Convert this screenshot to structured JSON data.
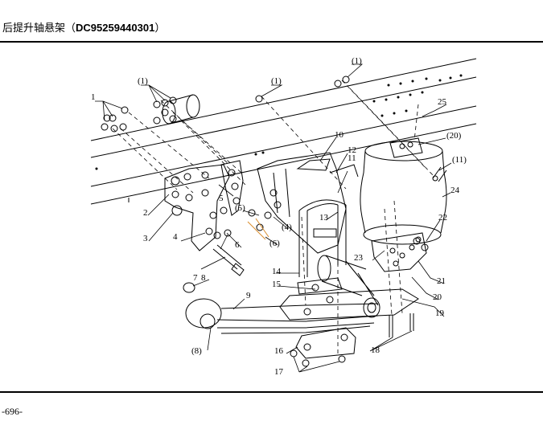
{
  "header": {
    "title": "后提升轴悬架（",
    "code": "DC95259440301",
    "close": "）"
  },
  "footer": {
    "page": "-696-"
  },
  "colors": {
    "ink": "#000000",
    "rule": "#000000",
    "leader_orange": "#d98c2b"
  },
  "labels": {
    "l1a": "1",
    "l1b": "(1)",
    "l1c": "(1)",
    "l1d": "(1)",
    "l2": "2",
    "l3": "3",
    "l4": "4",
    "l5": "5",
    "l5p": "(5)",
    "l6": "6",
    "l6p": "(6)",
    "l7": "7",
    "l8": "8",
    "l8p": "(8)",
    "l9": "9",
    "l10": "10",
    "l11": "11",
    "l11p": "(11)",
    "l12": "12",
    "l13": "13",
    "l14": "14",
    "l15": "15",
    "l16": "16",
    "l17": "17",
    "l18": "18",
    "l19": "19",
    "l20": "20",
    "l20p": "(20)",
    "l21": "21",
    "l22": "22",
    "l23": "23",
    "l24": "24",
    "l25": "25",
    "l4p": "(4)"
  }
}
